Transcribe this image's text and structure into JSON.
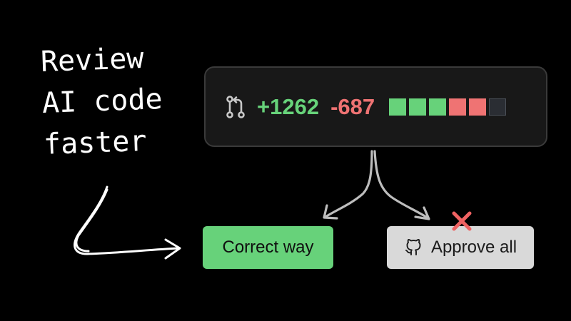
{
  "headline": {
    "line1": "Review",
    "line2": "AI code",
    "line3": "faster"
  },
  "diff": {
    "additions": "+1262",
    "deletions": "-687",
    "squares": [
      "add",
      "add",
      "add",
      "del",
      "del",
      "neutral"
    ],
    "icon": "pull-request-icon"
  },
  "buttons": {
    "correct_label": "Correct way",
    "approve_label": "Approve all",
    "approve_icon": "github-icon",
    "approve_mark": "x-icon"
  },
  "colors": {
    "background": "#000000",
    "add": "#67d27a",
    "delete": "#ef7373",
    "card": "#181818",
    "card_border": "#3a3a3a",
    "approve_bg": "#d9d9d9",
    "arrow": "#bdbdbd"
  }
}
